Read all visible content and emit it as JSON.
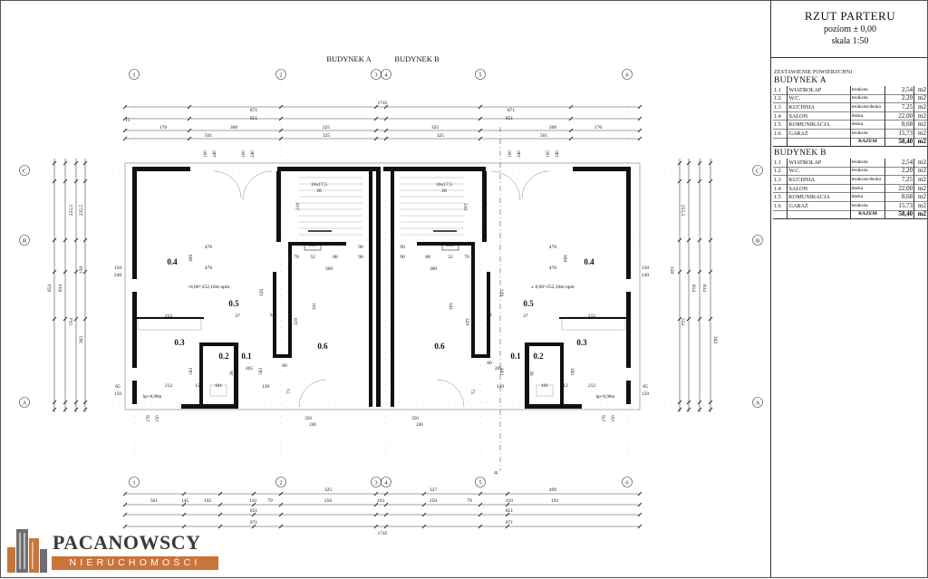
{
  "title_block": {
    "title": "RZUT PARTERU",
    "level": "poziom ± 0,00",
    "scale": "skala 1:50",
    "caption": "ZESTAWIENIE POWIERZCHNI",
    "buildings": [
      {
        "name": "BUDYNEK A",
        "rows": [
          {
            "no": "1.1",
            "room": "WIATROŁAP",
            "floor": "terakota",
            "area": "2,54",
            "unit": "m2"
          },
          {
            "no": "1.2",
            "room": "W.C.",
            "floor": "terakota",
            "area": "2,20",
            "unit": "m2"
          },
          {
            "no": "1.3",
            "room": "KUCHNIA",
            "floor": "terakota/deska",
            "area": "7,25",
            "unit": "m2"
          },
          {
            "no": "1.4",
            "room": "SALON",
            "floor": "deska",
            "area": "22,00",
            "unit": "m2"
          },
          {
            "no": "1.5",
            "room": "KOMUNIKACJA",
            "floor": "deska",
            "area": "8,68",
            "unit": "m2"
          },
          {
            "no": "1.6",
            "room": "GARAŻ",
            "floor": "terakota",
            "area": "15,73",
            "unit": "m2"
          }
        ],
        "total_label": "RAZEM",
        "total": "58,40",
        "total_unit": "m2"
      },
      {
        "name": "BUDYNEK B",
        "rows": [
          {
            "no": "1.1",
            "room": "WIATROŁAP",
            "floor": "terakota",
            "area": "2,54",
            "unit": "m2"
          },
          {
            "no": "1.2",
            "room": "W.C.",
            "floor": "terakota",
            "area": "2,20",
            "unit": "m2"
          },
          {
            "no": "1.3",
            "room": "KUCHNIA",
            "floor": "terakota/deska",
            "area": "7,25",
            "unit": "m2"
          },
          {
            "no": "1.4",
            "room": "SALON",
            "floor": "deska",
            "area": "22,00",
            "unit": "m2"
          },
          {
            "no": "1.5",
            "room": "KOMUNIKACJA",
            "floor": "deska",
            "area": "8,68",
            "unit": "m2"
          },
          {
            "no": "1.6",
            "room": "GARAŻ",
            "floor": "terakota",
            "area": "15,73",
            "unit": "m2"
          }
        ],
        "total_label": "RAZEM",
        "total": "58,40",
        "total_unit": "m2"
      }
    ]
  },
  "plan": {
    "building_labels": [
      "BUDYNEK A",
      "BUDYNEK B"
    ],
    "grid_axes_vertical": [
      "1",
      "2",
      "3",
      "4",
      "5",
      "6"
    ],
    "grid_axes_horizontal": [
      "C",
      "B",
      "A"
    ],
    "room_labels": [
      "0.4",
      "0.5",
      "0.3",
      "0.2",
      "0.1",
      "0.6"
    ],
    "level_note_a": "+0,00=252,16m npm",
    "level_note_b": "± 0,00=252,16m npm",
    "stair_note": "16x17,5",
    "stair_note_2": "28",
    "window_sill": "hp=0,90m",
    "overall_dim": "1745",
    "half_dim": "871",
    "half_dim_2": "851",
    "top_chain_a": [
      "501",
      "300",
      "325"
    ],
    "top_chain_b": [
      "325",
      "300",
      "501"
    ],
    "top_small": [
      "176",
      "15"
    ],
    "bottom_chain_a": [
      "501",
      "145",
      "192",
      "110",
      "79",
      "250"
    ],
    "bottom_chain_b": [
      "327",
      "110",
      "192",
      "499"
    ],
    "bottom_mid": "103",
    "side_dims": [
      "854",
      "834",
      "554",
      "302",
      "150",
      "240",
      "255,5",
      "235,5",
      "85"
    ],
    "inner_dims": {
      "living_w": "476",
      "living_d": "369",
      "hall_w": "235",
      "hall_d": "210",
      "garage_w": "300",
      "garage_d": "341",
      "corridor": "329",
      "kitchen_w": "212",
      "wc_w": "101",
      "small": [
        "90",
        "88",
        "70",
        "52",
        "27",
        "34",
        "80",
        "205",
        "139",
        "73",
        "12",
        "36",
        "188",
        "183",
        "10",
        "15",
        "25"
      ]
    }
  },
  "logo": {
    "name": "PACANOWSCY",
    "subtitle": "NIERUCHOMOŚCI"
  },
  "colors": {
    "wall": "#111111",
    "dimension_line": "#444444",
    "logo_orange": "#c9753a",
    "logo_gray": "#6f6f6f"
  }
}
